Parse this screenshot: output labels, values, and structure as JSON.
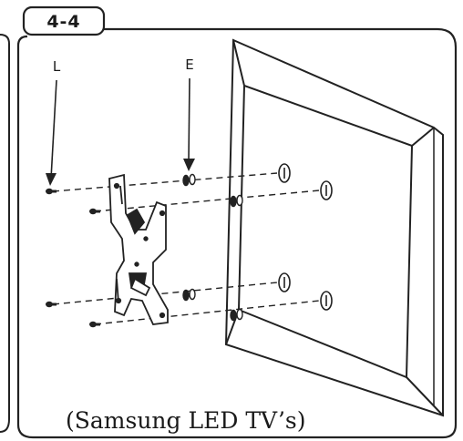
{
  "step": {
    "label": "4-4"
  },
  "parts": {
    "screw": {
      "label": "L"
    },
    "spacer": {
      "label": "E"
    }
  },
  "caption": "(Samsung LED TV’s)"
}
